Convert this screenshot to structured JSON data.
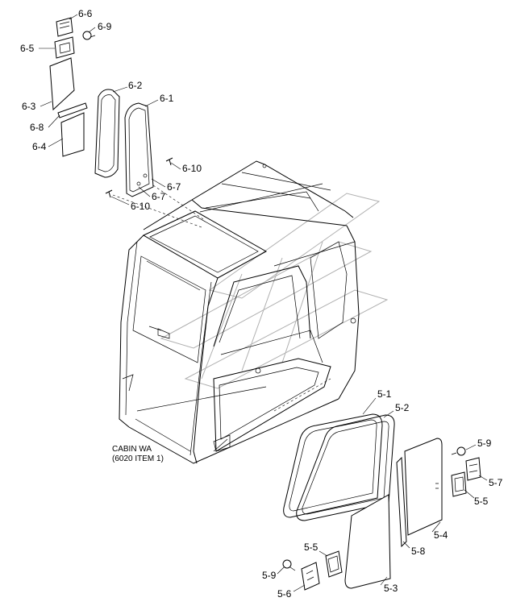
{
  "caption": {
    "line1": "CABIN WA",
    "line2": "(6020 ITEM 1)"
  },
  "callouts": {
    "c_6_6": "6-6",
    "c_6_9": "6-9",
    "c_6_5": "6-5",
    "c_6_3": "6-3",
    "c_6_8": "6-8",
    "c_6_4": "6-4",
    "c_6_2": "6-2",
    "c_6_1": "6-1",
    "c_6_10a": "6-10",
    "c_6_7a": "6-7",
    "c_6_7b": "6-7",
    "c_6_10b": "6-10",
    "c_5_1": "5-1",
    "c_5_2": "5-2",
    "c_5_9a": "5-9",
    "c_5_7": "5-7",
    "c_5_5a": "5-5",
    "c_5_4": "5-4",
    "c_5_8": "5-8",
    "c_5_5b": "5-5",
    "c_5_9b": "5-9",
    "c_5_6": "5-6",
    "c_5_3": "5-3"
  }
}
